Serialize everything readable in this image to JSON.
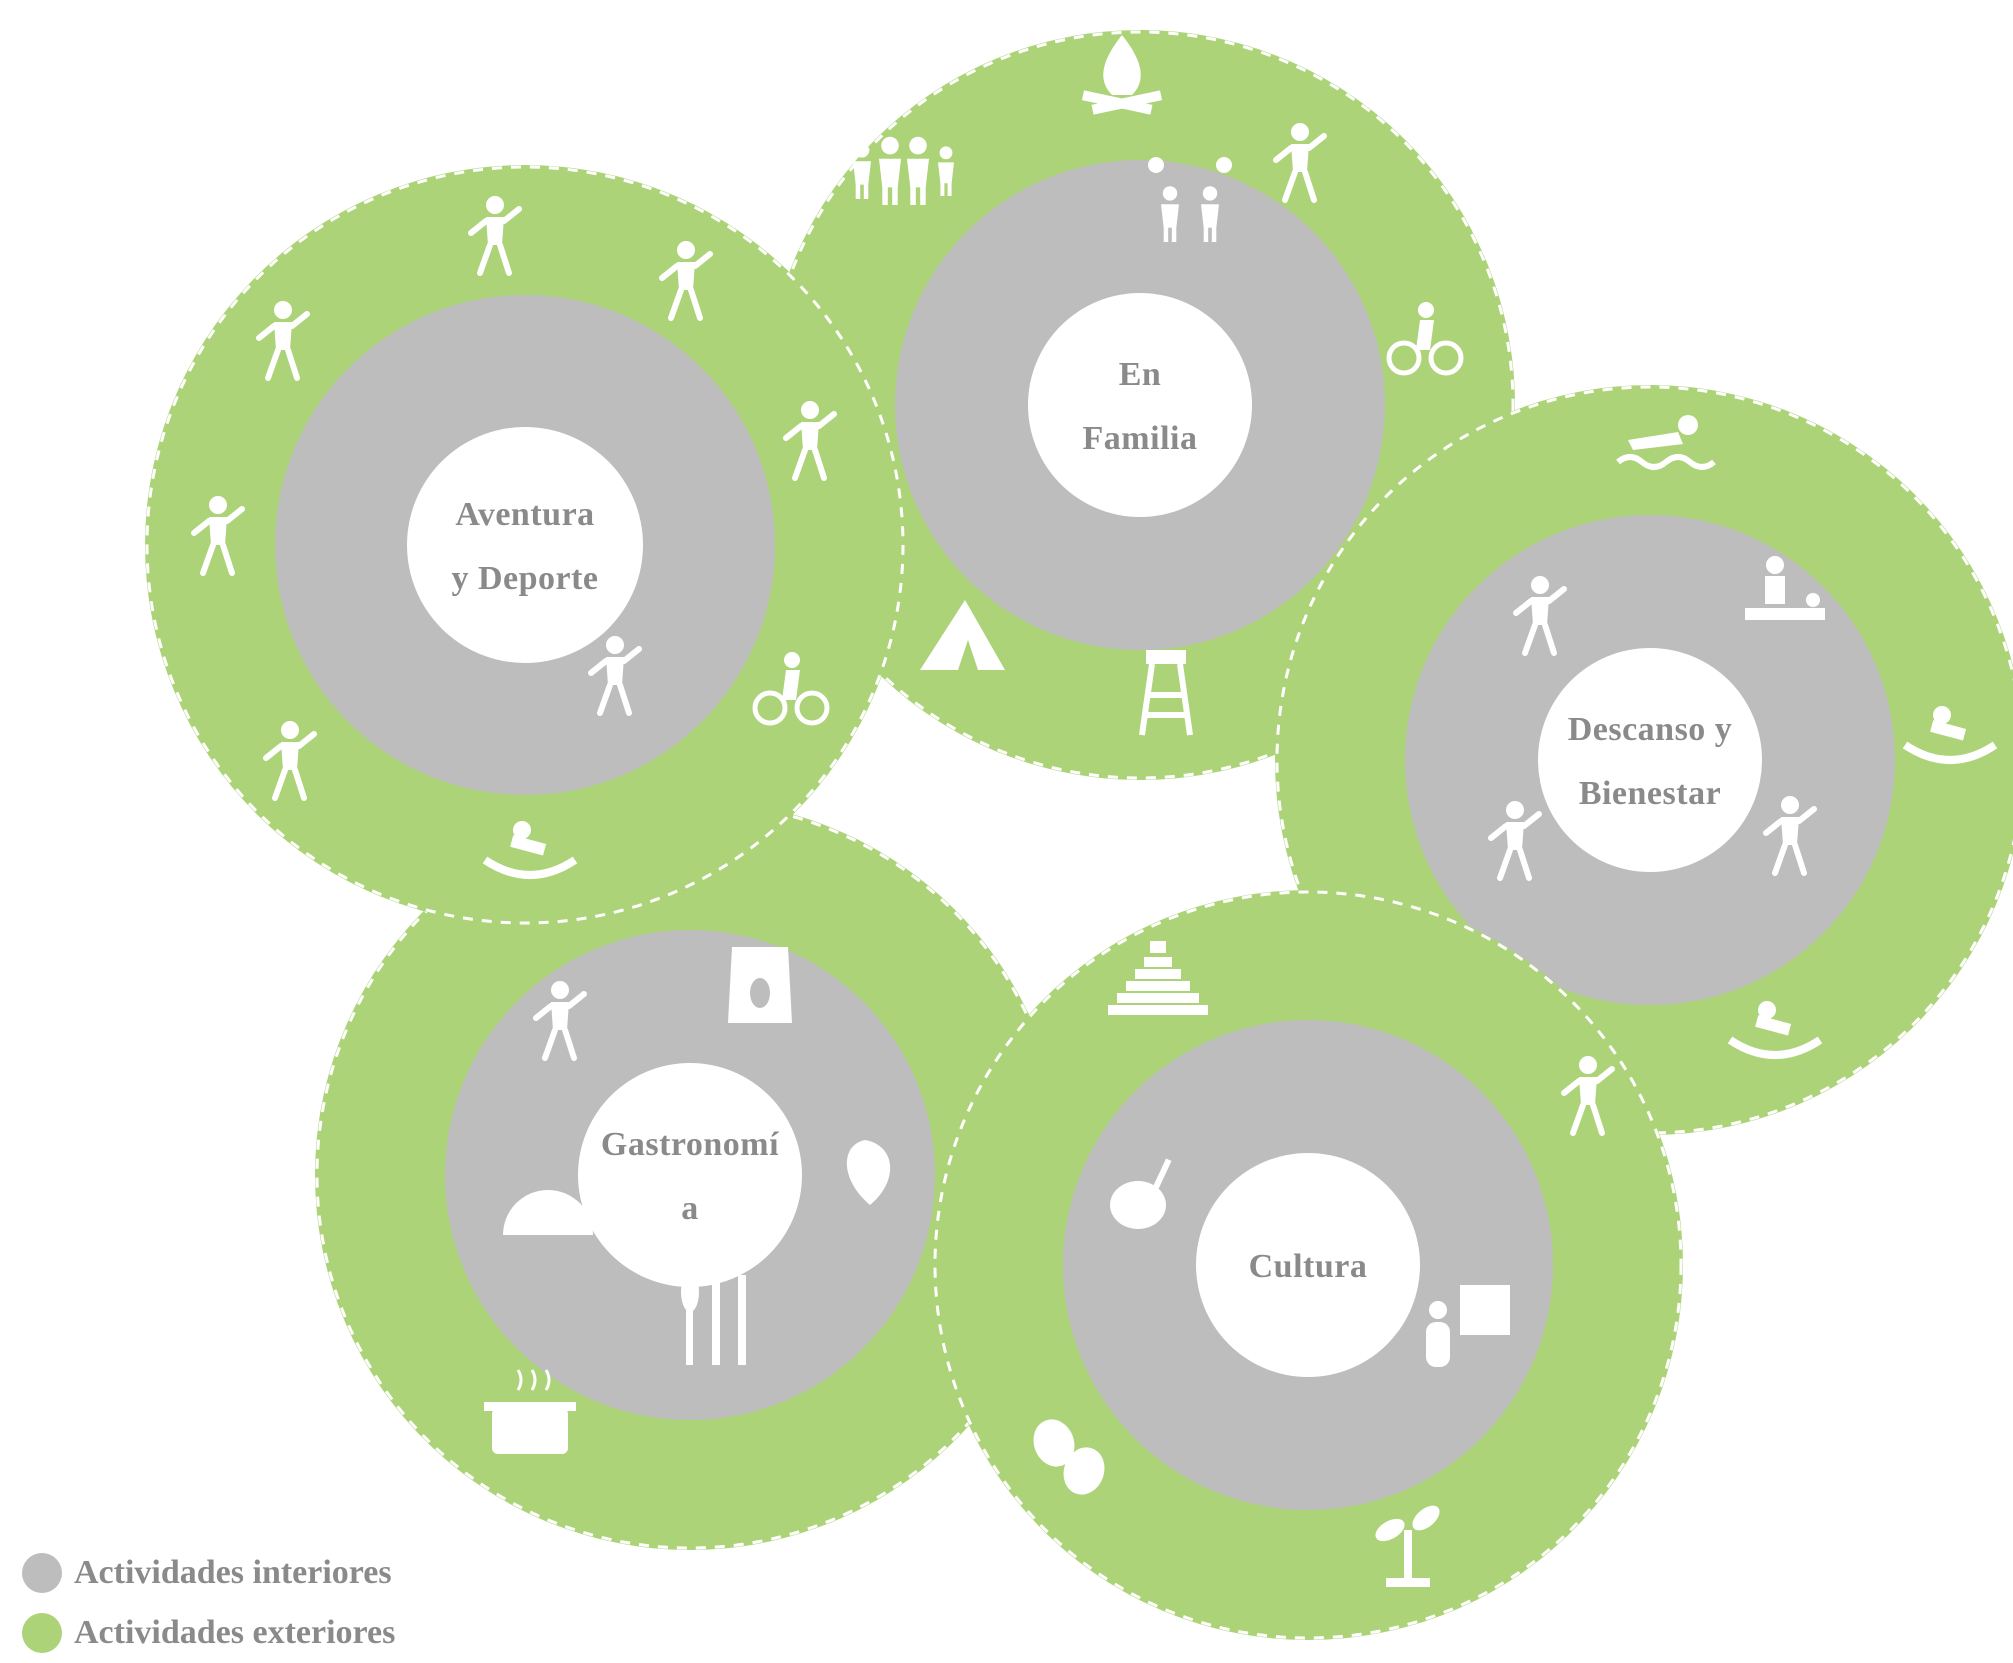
{
  "colors": {
    "interior": "#bdbdbd",
    "exterior": "#acd378",
    "center": "#ffffff",
    "label": "#8a8a8a",
    "icon": "#ffffff"
  },
  "hubs": [
    {
      "key": "family",
      "lines": [
        "En",
        "Familia"
      ],
      "interior_icons": [
        "children-balloons-icon"
      ],
      "exterior_icons": [
        "campfire-icon",
        "birdwatching-binoculars-icon",
        "family-group-icon",
        "cycling-kid-icon",
        "camping-tent-icon",
        "watchtower-icon"
      ]
    },
    {
      "key": "adventure",
      "lines": [
        "Aventura",
        "y Deporte"
      ],
      "interior_icons": [
        "rock-climbing-icon"
      ],
      "exterior_icons": [
        "soccer-player-icon",
        "volleyball-icon",
        "tennis-player-icon",
        "skateboarder-icon",
        "golfer-icon",
        "mountain-biker-icon",
        "zipline-icon",
        "kayak-icon"
      ]
    },
    {
      "key": "wellness",
      "lines": [
        "Descanso y",
        "Bienestar"
      ],
      "interior_icons": [
        "spa-massage-icon",
        "massage-table-icon",
        "stretching-icon",
        "meditation-icon"
      ],
      "exterior_icons": [
        "swimmer-icon",
        "hammock-icon",
        "sun-lounger-icon"
      ]
    },
    {
      "key": "gastronomy",
      "lines": [
        "Gastronomí",
        "a"
      ],
      "interior_icons": [
        "chef-cooking-icon",
        "coffee-bag-icon",
        "taco-icon",
        "chili-pepper-icon",
        "cutlery-icon"
      ],
      "exterior_icons": [
        "cooking-pot-icon"
      ]
    },
    {
      "key": "culture",
      "lines": [
        "Cultura"
      ],
      "interior_icons": [
        "paint-palette-icon",
        "museum-visitor-icon"
      ],
      "exterior_icons": [
        "mayan-pyramid-icon",
        "archaeology-dig-icon",
        "theater-masks-icon",
        "sprouting-plant-icon"
      ]
    }
  ],
  "legend": [
    {
      "label": "Actividades interiores",
      "color": "#bdbdbd"
    },
    {
      "label": "Actividades exteriores",
      "color": "#acd378"
    }
  ]
}
